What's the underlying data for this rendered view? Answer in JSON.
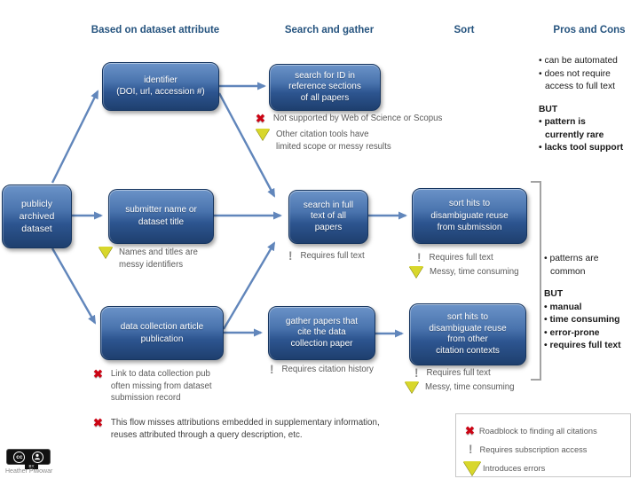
{
  "headers": [
    {
      "label": "Based on dataset attribute"
    },
    {
      "label": "Search and gather"
    },
    {
      "label": "Sort"
    },
    {
      "label": "Pros and Cons"
    }
  ],
  "nodes": {
    "source": {
      "label": "publicly\narchived\ndataset"
    },
    "identifier": {
      "label": "identifier\n(DOI, url, accession #)"
    },
    "submitter": {
      "label": "submitter name or\ndataset title"
    },
    "data_collection": {
      "label": "data collection article\npublication"
    },
    "search_id": {
      "label": "search for ID in\nreference sections\nof all papers"
    },
    "search_fulltext": {
      "label": "search in full\ntext of all\npapers"
    },
    "gather_citing": {
      "label": "gather papers that\ncite the data\ncollection paper"
    },
    "sort_submission": {
      "label": "sort hits to\ndisambiguate reuse\nfrom submission"
    },
    "sort_other": {
      "label": "sort hits to\ndisambiguate reuse\nfrom other\ncitation contexts"
    }
  },
  "annotations": {
    "not_supported": {
      "icon": "roadblock",
      "text": "Not supported by Web of Science or Scopus"
    },
    "other_tools": {
      "icon": "introduces-errors",
      "text": "Other citation tools have\nlimited scope or messy results"
    },
    "messy_names": {
      "icon": "introduces-errors",
      "text": "Names and titles are\nmessy identifiers"
    },
    "fulltext_search": {
      "icon": "subscription",
      "text": "Requires full text"
    },
    "fulltext_sort1": {
      "icon": "subscription",
      "text": "Requires full text"
    },
    "messy_sort1": {
      "icon": "introduces-errors",
      "text": "Messy, time consuming"
    },
    "link_missing": {
      "icon": "roadblock",
      "text": "Link to data collection pub\noften missing from dataset\nsubmission record"
    },
    "citation_history": {
      "icon": "subscription",
      "text": "Requires citation history"
    },
    "fulltext_sort2": {
      "icon": "subscription",
      "text": "Requires full text"
    },
    "messy_sort2": {
      "icon": "introduces-errors",
      "text": "Messy, time consuming"
    },
    "flow_note": {
      "icon": "roadblock",
      "text": "This flow misses attributions embedded in supplementary information,\nreuses attributed through a query description, etc."
    }
  },
  "pros_cons": {
    "section1": {
      "lines": [
        {
          "text": "can be automated"
        },
        {
          "text": "does not require"
        },
        {
          "text": "access to full text"
        },
        {
          "text": "BUT"
        },
        {
          "text": "pattern is"
        },
        {
          "text": "currently rare"
        },
        {
          "text": "lacks tool support"
        }
      ]
    },
    "section2": {
      "lines": [
        {
          "text": "patterns are"
        },
        {
          "text": "common"
        },
        {
          "text": "BUT"
        },
        {
          "text": "manual"
        },
        {
          "text": "time consuming"
        },
        {
          "text": "error-prone"
        },
        {
          "text": "requires full text"
        }
      ]
    }
  },
  "legend": {
    "items": [
      {
        "icon": "roadblock",
        "label": "Roadblock to finding all citations"
      },
      {
        "icon": "subscription",
        "label": "Requires subscription access"
      },
      {
        "icon": "introduces-errors",
        "label": "Introduces errors"
      }
    ]
  },
  "credit": {
    "cc": "cc",
    "by": "BY",
    "author": "Heather Piwowar"
  },
  "colors": {
    "node_gradient_top": "#6b93c8",
    "node_gradient_bottom": "#1e3f6e",
    "arrow": "#6186bb",
    "header_text": "#26547f",
    "roadblock_red": "#cc0414",
    "warning_yellow": "#d8d72c",
    "annotation_gray": "#5a5a5a"
  }
}
